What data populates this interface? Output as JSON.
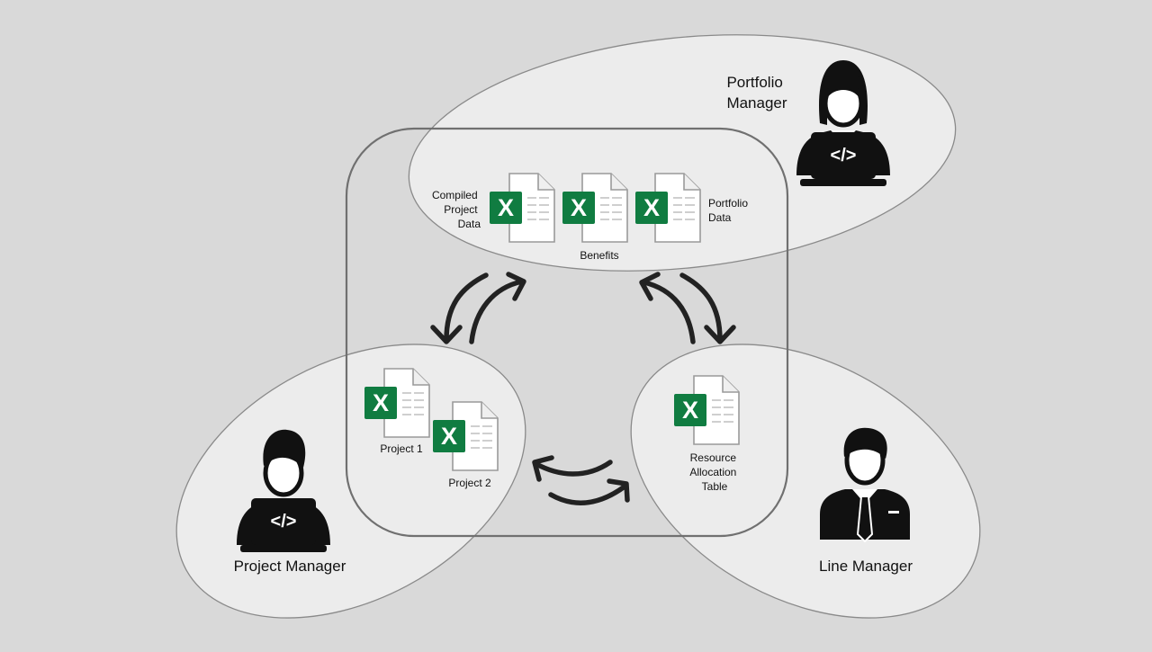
{
  "roles": {
    "portfolio_manager": {
      "line1": "Portfolio",
      "line2": "Manager"
    },
    "project_manager": "Project Manager",
    "line_manager": "Line Manager"
  },
  "files": {
    "compiled_project_data": [
      "Compiled",
      "Project",
      "Data"
    ],
    "benefits": "Benefits",
    "portfolio_data": [
      "Portfolio",
      "Data"
    ],
    "project_1": "Project 1",
    "project_2": "Project 2",
    "resource_allocation_table": [
      "Resource",
      "Allocation",
      "Table"
    ]
  },
  "excel_glyph": "X",
  "laptop_glyph": "</>",
  "icons": {
    "spreadsheet": "excel-file-icon",
    "developer": "developer-person-icon",
    "businessman": "businessman-icon"
  },
  "colors": {
    "background": "#d9d9d9",
    "ellipse_fill": "#ececec",
    "excel_green": "#107c41"
  }
}
